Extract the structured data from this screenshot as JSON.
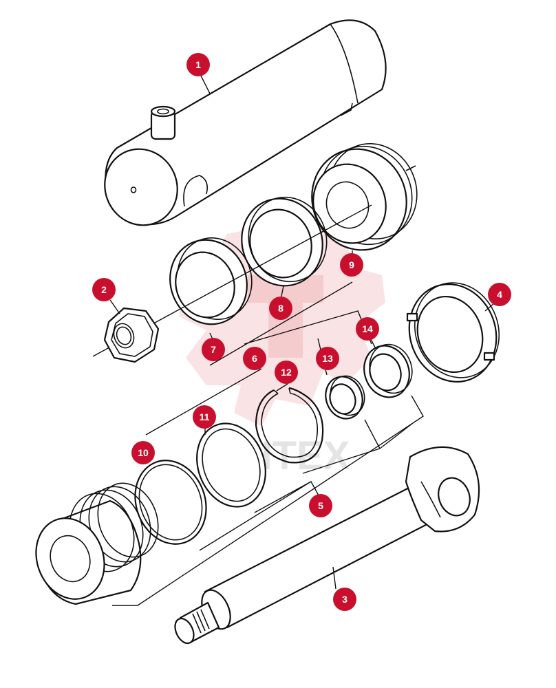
{
  "diagram": {
    "callouts": [
      {
        "id": "1",
        "part": "cylinder-barrel"
      },
      {
        "id": "2",
        "part": "piston-nut"
      },
      {
        "id": "3",
        "part": "piston-rod"
      },
      {
        "id": "4",
        "part": "lock-ring"
      },
      {
        "id": "5",
        "part": "seal-kit"
      },
      {
        "id": "6",
        "part": "seal-kit-group"
      },
      {
        "id": "7",
        "part": "piston-seal-ring"
      },
      {
        "id": "8",
        "part": "guide-ring"
      },
      {
        "id": "9",
        "part": "piston"
      },
      {
        "id": "10",
        "part": "o-ring"
      },
      {
        "id": "11",
        "part": "back-up-ring"
      },
      {
        "id": "12",
        "part": "snap-ring"
      },
      {
        "id": "13",
        "part": "rod-seal"
      },
      {
        "id": "14",
        "part": "wiper-seal"
      }
    ],
    "accent_color": "#c8102e",
    "watermark_text": "ИНТЕХ"
  }
}
